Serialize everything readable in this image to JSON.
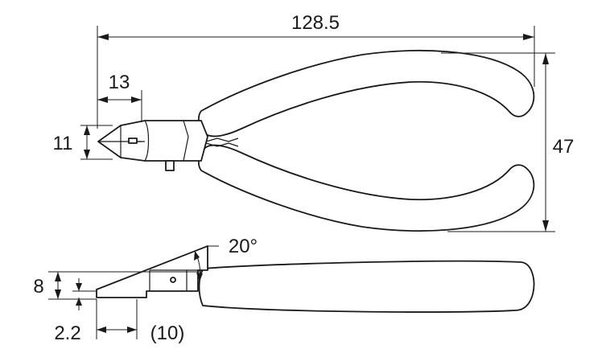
{
  "dimensions": {
    "overall_length": "128.5",
    "head_length": "13",
    "head_height": "11",
    "overall_height": "47",
    "angle": "20°",
    "side_height": "8",
    "tip_thickness": "2.2",
    "jaw_reference": "(10)"
  }
}
